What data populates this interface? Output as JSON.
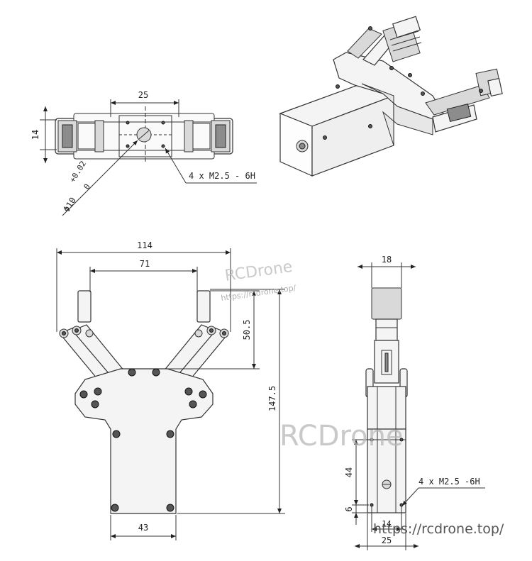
{
  "dimensions": {
    "top_view_width": "25",
    "top_view_height": "14",
    "bore_diameter": "Φ10",
    "bore_tol_upper": "+0.02",
    "bore_tol_lower": "0",
    "top_screws": "4 x  M2.5 - 6H",
    "front_total_width": "114",
    "front_jaw_gap": "71",
    "front_jaw_height": "50.5",
    "front_total_height": "147.5",
    "front_base_width": "43",
    "side_jaw_width": "18",
    "side_hole_spacing": "44",
    "side_hole_offset": "6",
    "side_base_half": "14",
    "side_base_width": "25",
    "side_screws": "4 x  M2.5 -6H"
  },
  "watermarks": {
    "brand": "RCDrone",
    "url": "https://rcdrone.top/"
  }
}
